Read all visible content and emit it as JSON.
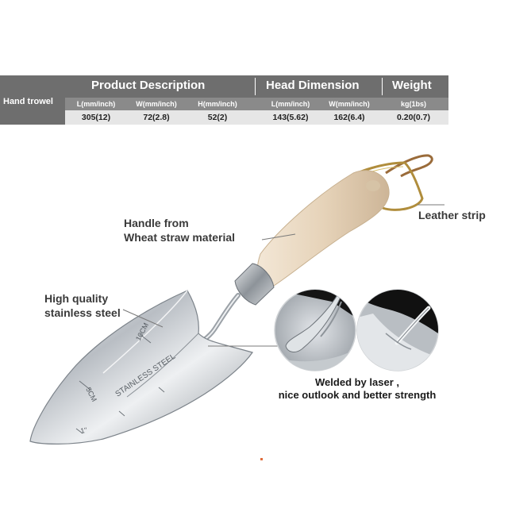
{
  "table": {
    "product_label": "Hand trowel",
    "groups": [
      {
        "title": "Product Description"
      },
      {
        "title": "Head Dimension"
      },
      {
        "title": "Weight"
      }
    ],
    "columns": [
      {
        "label": "L(mm/inch)",
        "value": "305(12)"
      },
      {
        "label": "W(mm/inch)",
        "value": "72(2.8)"
      },
      {
        "label": "H(mm/inch)",
        "value": "52(2)"
      },
      {
        "label": "L(mm/inch)",
        "value": "143(5.62)"
      },
      {
        "label": "W(mm/inch)",
        "value": "162(6.4)"
      },
      {
        "label": "kg(1bs)",
        "value": "0.20(0.7)"
      }
    ]
  },
  "callouts": {
    "handle": [
      "Handle from",
      "Wheat straw material"
    ],
    "steel": [
      "High quality",
      "stainless steel"
    ],
    "leather": "Leather strip",
    "weld": [
      "Welded by laser ,",
      "nice outlook and better strength"
    ]
  },
  "engraving": {
    "brand": "STAINLESS STEEL",
    "mark_10cm": "10CM",
    "mark_5cm": "5CM",
    "mark_1in": "1\""
  },
  "colors": {
    "header_bg": "#6e6e6e",
    "subheader_bg": "#8a8a8a",
    "value_bg": "#e6e6e6",
    "handle_wood": "#ead9c2",
    "steel": "#c9cdd2"
  }
}
